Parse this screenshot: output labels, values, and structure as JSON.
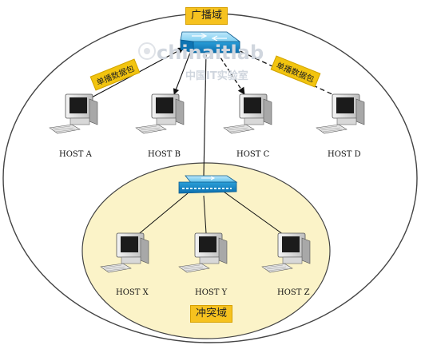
{
  "labels": {
    "broadcast_domain": "广播域",
    "collision_domain": "冲突域",
    "unicast_packet_left": "单播数据包",
    "unicast_packet_right": "单播数据包"
  },
  "hosts": [
    {
      "id": "a",
      "label": "HOST A"
    },
    {
      "id": "b",
      "label": "HOST B"
    },
    {
      "id": "c",
      "label": "HOST C"
    },
    {
      "id": "d",
      "label": "HOST D"
    },
    {
      "id": "x",
      "label": "HOST X"
    },
    {
      "id": "y",
      "label": "HOST Y"
    },
    {
      "id": "z",
      "label": "HOST Z"
    }
  ],
  "watermark": {
    "logo": "chinaitlab",
    "sub": "中国IT实验室"
  },
  "colors": {
    "outer_ellipse": "#ffffff",
    "inner_ellipse": "#fbf3c8",
    "tag": "#f2c40f",
    "switch": "#2aa6dd"
  }
}
